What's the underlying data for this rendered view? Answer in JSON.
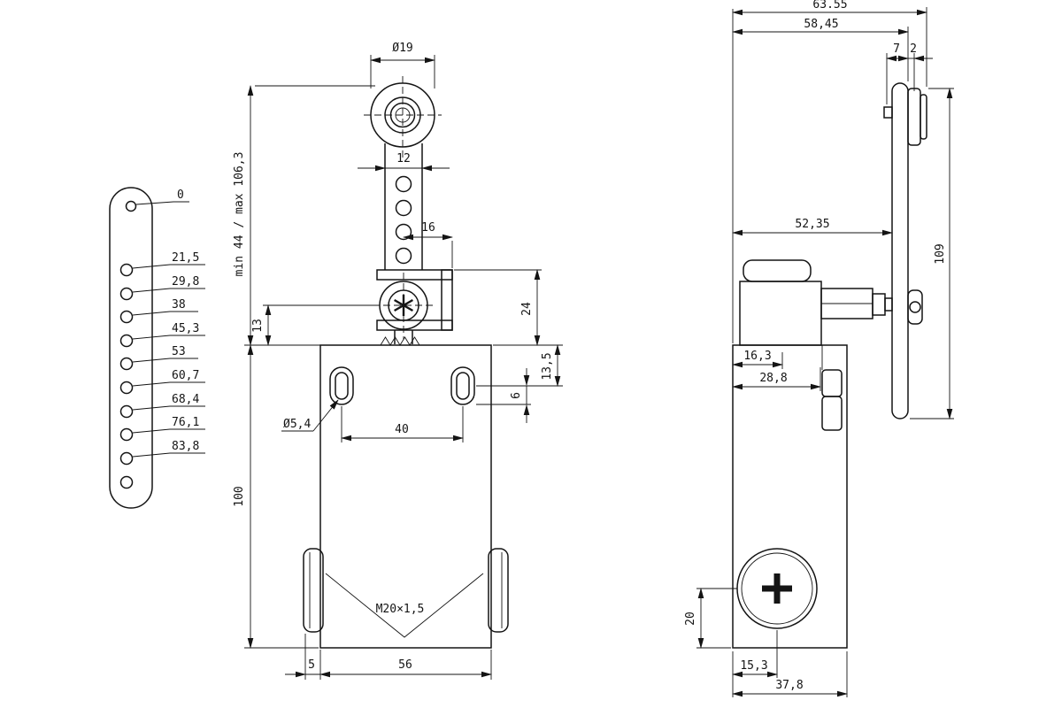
{
  "drawing": {
    "lever_labels": [
      "0",
      "21,5",
      "29,8",
      "38",
      "45,3",
      "53",
      "60,7",
      "68,4",
      "76,1",
      "83,8"
    ],
    "front": {
      "roller_dia": "Ø19",
      "arm_width": "12",
      "d16": "16",
      "lever_range": "min 44 / max 106,3",
      "d13": "13",
      "d24": "24",
      "d13_5": "13,5",
      "d6": "6",
      "slot_dia": "Ø5,4",
      "d40": "40",
      "d100": "100",
      "thread": "M20×1,5",
      "d5": "5",
      "d56": "56"
    },
    "side": {
      "d63_55": "63.55",
      "d58_45": "58,45",
      "d7": "7",
      "d2": "2",
      "d52_35": "52,35",
      "d109": "109",
      "d16_3": "16,3",
      "d28_8": "28,8",
      "d20": "20",
      "d15_3": "15,3",
      "d37_8": "37,8"
    }
  }
}
